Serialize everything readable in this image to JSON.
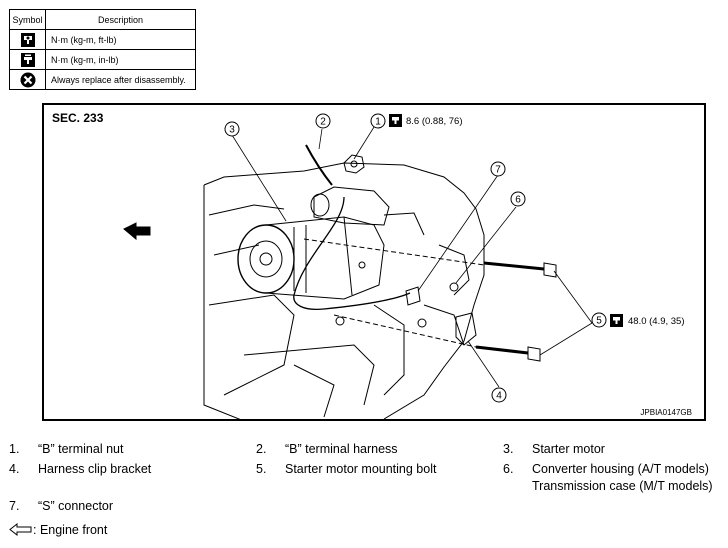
{
  "symbol_table": {
    "headers": [
      "Symbol",
      "Description"
    ],
    "rows": [
      {
        "icon": "torque-wrench-icon",
        "description": "N·m (kg-m, ft-lb)"
      },
      {
        "icon": "torque-wrench-small-icon",
        "description": "N·m (kg-m, in-lb)"
      },
      {
        "icon": "always-replace-icon",
        "description": "Always replace after disassembly."
      }
    ]
  },
  "figure": {
    "section": "SEC. 233",
    "code": "JPBIA0147GB",
    "callouts": [
      "1",
      "2",
      "3",
      "4",
      "5",
      "6",
      "7"
    ],
    "torque_1": "8.6 (0.88, 76)",
    "torque_5": "48.0 (4.9, 35)"
  },
  "legend": {
    "items": [
      {
        "num": "1.",
        "label": "“B” terminal nut"
      },
      {
        "num": "2.",
        "label": "“B” terminal harness"
      },
      {
        "num": "3.",
        "label": "Starter motor"
      },
      {
        "num": "4.",
        "label": "Harness clip bracket"
      },
      {
        "num": "5.",
        "label": "Starter motor mounting bolt"
      },
      {
        "num": "6.",
        "label": "Converter housing (A/T models)",
        "label2": "Transmission case (M/T models)"
      },
      {
        "num": "7.",
        "label": "“S” connector"
      }
    ],
    "engine_front": ": Engine front"
  }
}
